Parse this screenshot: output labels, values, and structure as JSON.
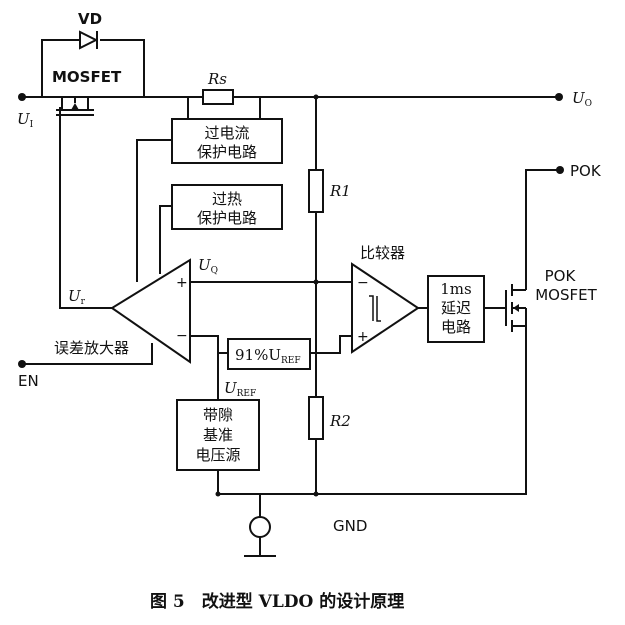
{
  "components": {
    "diode": "VD",
    "mosfet": "MOSFET",
    "sense_resistor": "Rs",
    "r1": "R1",
    "r2": "R2",
    "overcurrent": [
      "过电流",
      "保护电路"
    ],
    "overtemp": [
      "过热",
      "保护电路"
    ],
    "error_amp": "误差放大器",
    "comparator": "比较器",
    "ref_91": "91%U",
    "ref_91_sub": "REF",
    "bandgap": [
      "带隙",
      "基准",
      "电压源"
    ],
    "delay": [
      "1ms",
      "延迟",
      "电路"
    ],
    "pok_mosfet": [
      "POK",
      "MOSFET"
    ]
  },
  "nodes": {
    "ui": "U",
    "ui_sub": "I",
    "uo": "U",
    "uo_sub": "O",
    "uq": "U",
    "uq_sub": "Q",
    "ur": "U",
    "ur_sub": "r",
    "uref": "U",
    "uref_sub": "REF",
    "en": "EN",
    "pok": "POK",
    "gnd": "GND",
    "plus": "+",
    "minus": "−"
  },
  "caption": "图 5　改进型 VLDO 的设计原理"
}
